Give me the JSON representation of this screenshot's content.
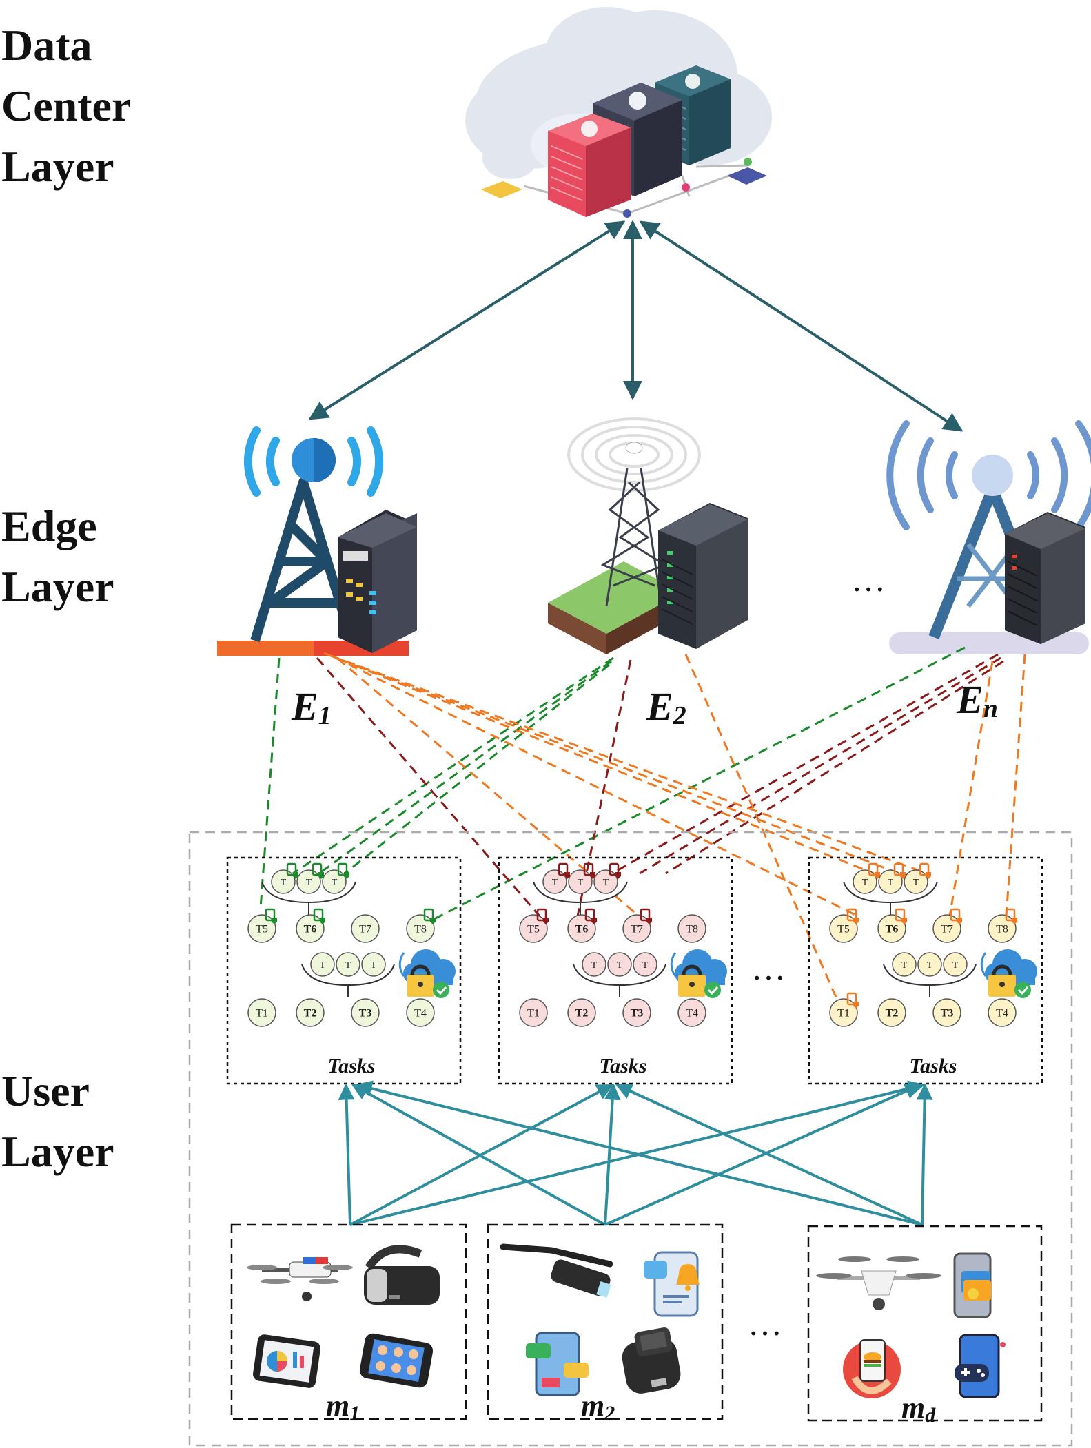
{
  "layers": {
    "data_center": [
      "Data",
      "Center",
      "Layer"
    ],
    "edge": [
      "Edge",
      "Layer"
    ],
    "user": [
      "User",
      "Layer"
    ]
  },
  "edge_nodes": [
    {
      "main": "E",
      "sub": "1"
    },
    {
      "main": "E",
      "sub": "2"
    },
    {
      "main": "E",
      "sub": "n"
    }
  ],
  "task_clusters": [
    {
      "title": "Tasks",
      "top_tasks": [
        "T",
        "T",
        "T"
      ],
      "row1": [
        "T5",
        "T6",
        "T7",
        "T8"
      ],
      "mid_tasks": [
        "T",
        "T",
        "T"
      ],
      "row2": [
        "T1",
        "T2",
        "T3",
        "T4"
      ]
    },
    {
      "title": "Tasks",
      "top_tasks": [
        "T",
        "T",
        "T"
      ],
      "row1": [
        "T5",
        "T6",
        "T7",
        "T8"
      ],
      "mid_tasks": [
        "T",
        "T",
        "T"
      ],
      "row2": [
        "T1",
        "T2",
        "T3",
        "T4"
      ]
    },
    {
      "title": "Tasks",
      "top_tasks": [
        "T",
        "T",
        "T"
      ],
      "row1": [
        "T5",
        "T6",
        "T7",
        "T8"
      ],
      "mid_tasks": [
        "T",
        "T",
        "T"
      ],
      "row2": [
        "T1",
        "T2",
        "T3",
        "T4"
      ]
    }
  ],
  "devices": [
    {
      "main": "m",
      "sub": "1"
    },
    {
      "main": "m",
      "sub": "2"
    },
    {
      "main": "m",
      "sub": "d"
    }
  ],
  "ellipsis": "…",
  "colors": {
    "arrow_teal": "#2a5f6a",
    "user_arrow": "#2e8e9e",
    "green_link": "#1a8a2a",
    "darkred_link": "#8b1a1a",
    "orange_link": "#f07820",
    "cluster1_fill": "#eef6dc",
    "cluster2_fill": "#f8dcdc",
    "cluster3_fill": "#fdf2c8"
  }
}
